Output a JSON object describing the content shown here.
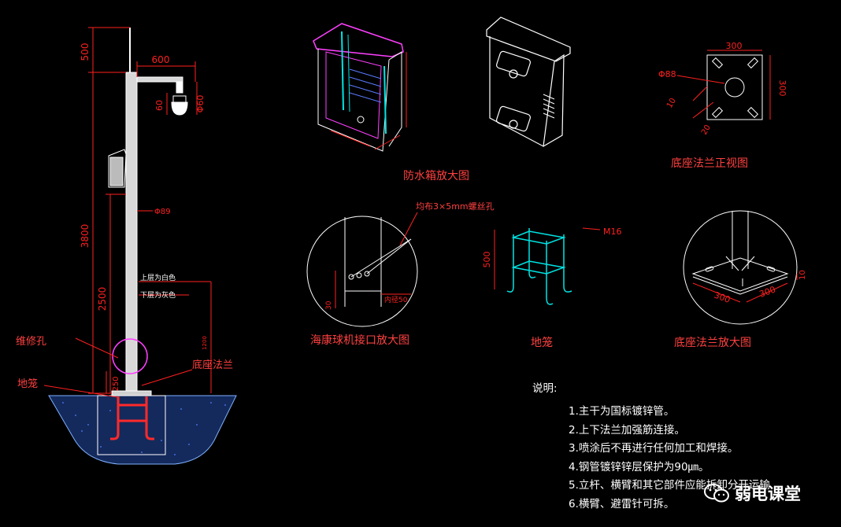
{
  "labels": {
    "box_title": "防水箱放大图",
    "base_front_title": "底座法兰正视图",
    "thread_hole": "均布3×5mm螺丝孔",
    "dome_mount_title": "海康球机接口放大图",
    "anchor_cage_title": "地笼",
    "base_enlarged_title": "底座法兰放大图",
    "maintenance_hole": "维修孔",
    "ground_cage": "地笼",
    "base_flange": "底座法兰",
    "upper_color": "上层为白色",
    "lower_color": "下层为灰色",
    "m16": "M16"
  },
  "dims": {
    "d500": "500",
    "d600": "600",
    "d60": "60",
    "phi60": "Φ60",
    "phi89": "Φ89",
    "d3800": "3800",
    "d2500": "2500",
    "d250": "250",
    "d1200": "1200",
    "base_300_top": "300",
    "base_300_right": "300",
    "phi88": "Φ88",
    "d10": "10",
    "d20": "20",
    "cage_500": "500",
    "inner_phi": "内径50",
    "d30": "30",
    "enl_300_a": "300",
    "enl_300_b": "300",
    "enl_10": "10"
  },
  "notes": {
    "title": "说明:",
    "items": [
      "1.主干为国标镀锌管。",
      "2.上下法兰加强筋连接。",
      "3.喷涂后不再进行任何加工和焊接。",
      "4.钢管镀锌锌层保护为90㎛。",
      "5.立杆、横臂和其它部件应能拆卸分开运输",
      "6.横臂、避雷针可拆。"
    ]
  },
  "watermark": {
    "text": "弱电课堂"
  },
  "colors": {
    "dimension": "#ff2020",
    "structure": "#ffffff",
    "cyan": "#00e5e5",
    "magenta": "#ff40ff",
    "label": "#ff4040",
    "soil": "#1e3a78"
  }
}
